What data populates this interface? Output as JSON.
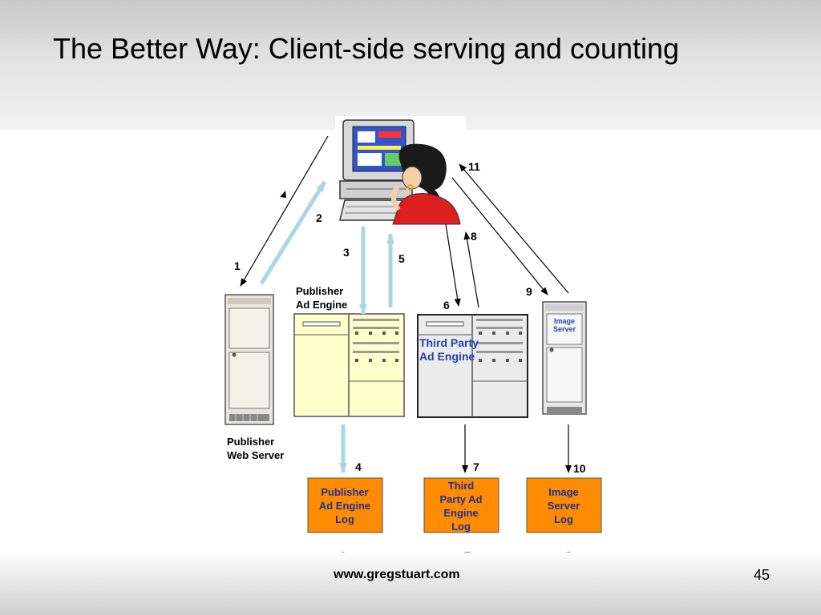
{
  "slide": {
    "title": "The Better Way:  Client-side serving and counting",
    "footer_url": "www.gregstuart.com",
    "page_number": "45"
  },
  "nodes": {
    "publisher_web_server": {
      "line1": "Publisher",
      "line2": "Web Server",
      "icon": "server-tower-icon"
    },
    "publisher_ad_engine": {
      "line1": "Publisher",
      "line2": "Ad Engine",
      "icon": "server-rack-icon"
    },
    "third_party_ad_engine": {
      "line1": "Third Party",
      "line2": "Ad Engine",
      "icon": "server-rack-icon"
    },
    "image_server": {
      "line1": "Image",
      "line2": "Server",
      "icon": "server-tower-icon"
    },
    "user": {
      "icon": "user-at-computer-icon"
    }
  },
  "logs": [
    {
      "lines": [
        "Publisher",
        "Ad Engine",
        "Log"
      ],
      "column": "A",
      "color": "#ff8c00"
    },
    {
      "lines": [
        "Third",
        "Party Ad",
        "Engine",
        "Log"
      ],
      "column": "B",
      "color": "#ff8c00"
    },
    {
      "lines": [
        "Image",
        "Server",
        "Log"
      ],
      "column": "C",
      "color": "#ff8c00"
    }
  ],
  "steps": [
    "1",
    "2",
    "3",
    "4",
    "5",
    "6",
    "7",
    "8",
    "9",
    "10",
    "11"
  ],
  "colors": {
    "light_arrow": "#a9d6e5",
    "engine_fill": "#ffffcc",
    "log_fill": "#ff8c00",
    "log_text": "#1c2f9a"
  }
}
